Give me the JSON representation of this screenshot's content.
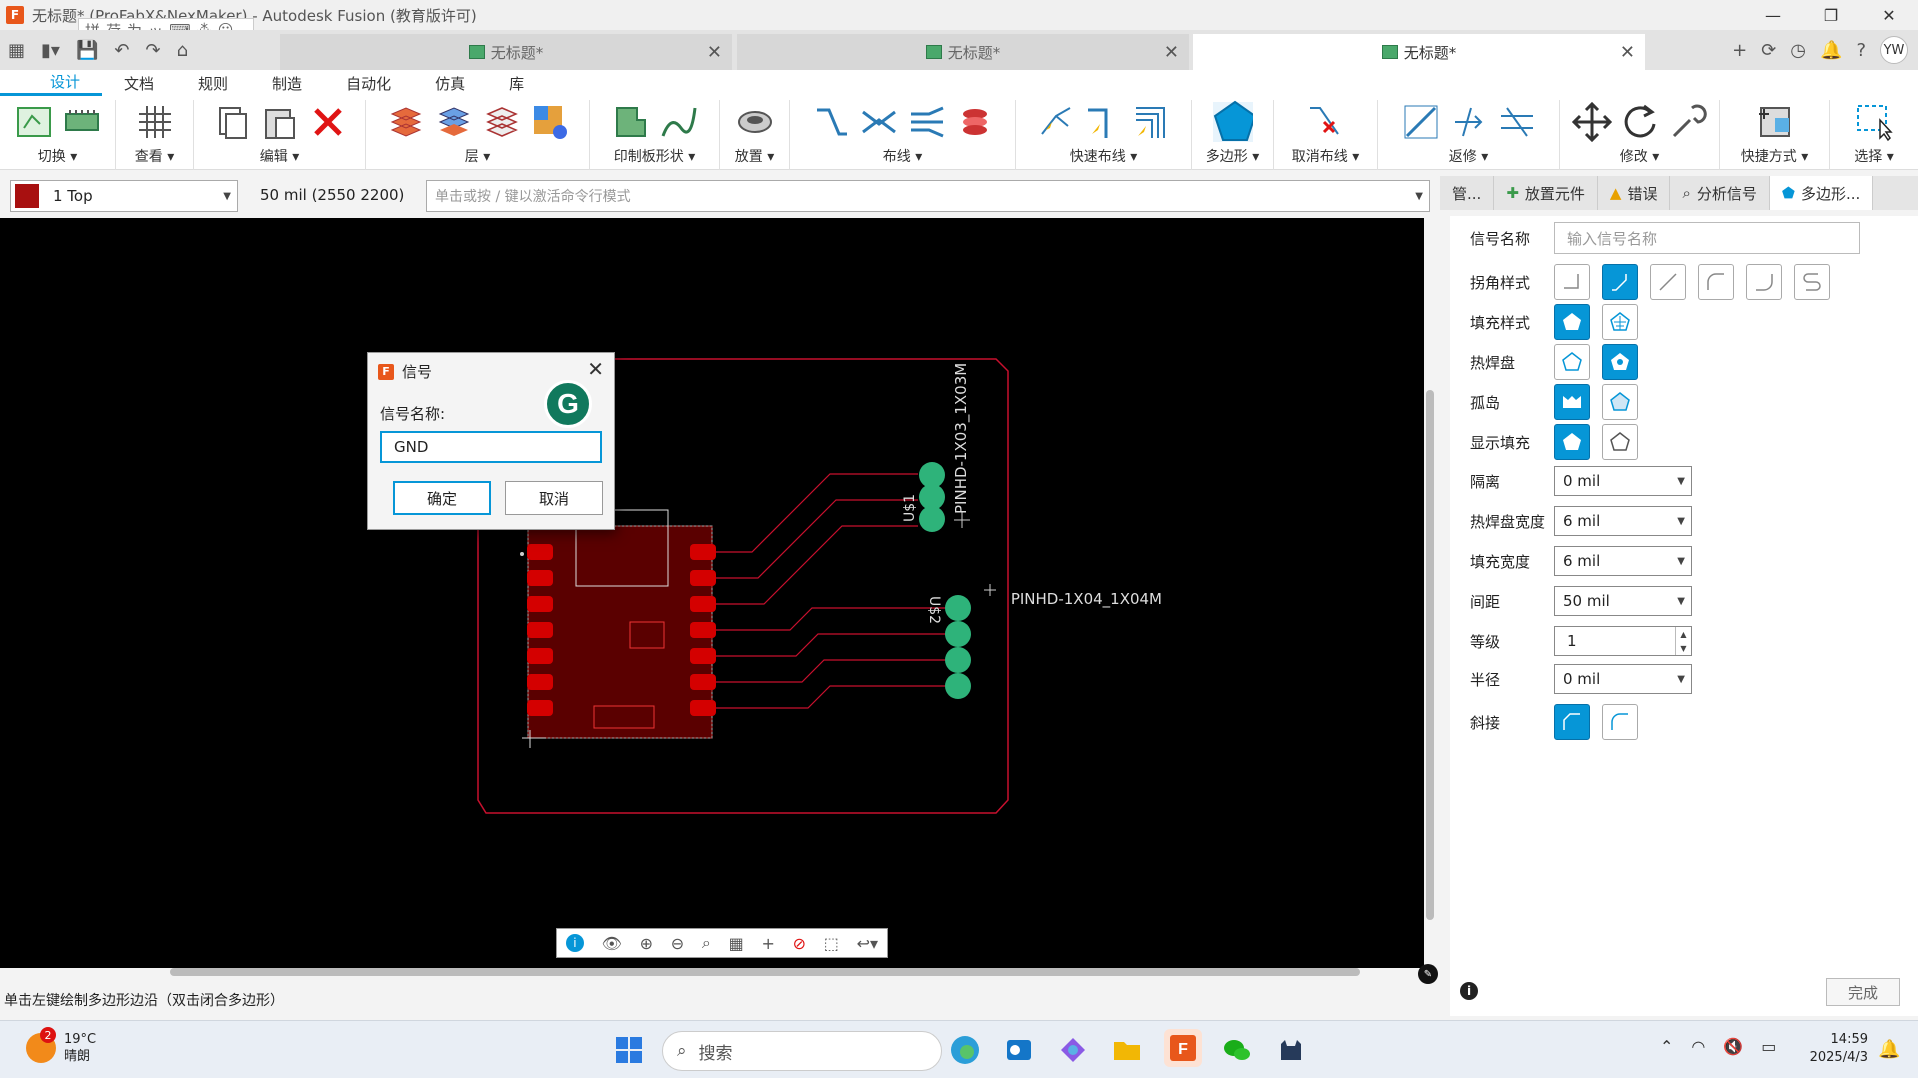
{
  "window": {
    "title": "无标题* (ProFabX&NexMaker) - Autodesk Fusion (教育版许可)",
    "app_logo": "F",
    "ime_chars": [
      "拼",
      "荷",
      "为",
      "ッ",
      "⌨",
      "⁂",
      "☺"
    ],
    "controls": {
      "minimize": "—",
      "restore": "❐",
      "close": "✕"
    }
  },
  "tabs": [
    {
      "label": "无标题*"
    },
    {
      "label": "无标题*"
    },
    {
      "label": "无标题*"
    }
  ],
  "user_initials": "YW",
  "ribbon": {
    "menu_tabs": [
      "设计",
      "文档",
      "规则",
      "制造",
      "自动化",
      "仿真",
      "库"
    ],
    "groups": [
      "切换 ▾",
      "查看 ▾",
      "编辑 ▾",
      "层 ▾",
      "印制板形状 ▾",
      "放置 ▾",
      "布线 ▾",
      "快速布线 ▾",
      "多边形 ▾",
      "取消布线 ▾",
      "返修 ▾",
      "修改 ▾",
      "快捷方式 ▾",
      "选择 ▾"
    ]
  },
  "optbar": {
    "layer": "1 Top",
    "layer_color": "#a81010",
    "grid": "50 mil (2550 2200)",
    "cmd_placeholder": "单击或按 / 键以激活命令行模式"
  },
  "board": {
    "labels": {
      "j1_part": "PINHD-1X03_1X03M",
      "j1_ref": "U$1",
      "j2_part": "PINHD-1X04_1X04M",
      "j2_ref": "U$2"
    },
    "colors": {
      "outline": "#c8102e",
      "pad": "#d40000",
      "pin": "#2eb37a"
    }
  },
  "canvas_tools": [
    "i",
    "👁",
    "⊕",
    "⊖",
    "⌕",
    "▦",
    "+",
    "⊘",
    "⬚",
    "↩▾"
  ],
  "dialog": {
    "title": "信号",
    "label": "信号名称:",
    "value": "GND",
    "ok": "确定",
    "cancel": "取消"
  },
  "panel": {
    "tabs": [
      "管...",
      "放置元件",
      "错误",
      "分析信号",
      "多边形..."
    ],
    "signal_name_label": "信号名称",
    "signal_name_placeholder": "输入信号名称",
    "bend_label": "拐角样式",
    "fill_label": "填充样式",
    "thermal_label": "热焊盘",
    "orphan_label": "孤岛",
    "show_fill_label": "显示填充",
    "isolate_label": "隔离",
    "isolate_value": "0 mil",
    "thermal_width_label": "热焊盘宽度",
    "thermal_width_value": "6 mil",
    "fill_width_label": "填充宽度",
    "fill_width_value": "6 mil",
    "spacing_label": "间距",
    "spacing_value": "50 mil",
    "rank_label": "等级",
    "rank_value": "1",
    "radius_label": "半径",
    "radius_value": "0 mil",
    "chamfer_label": "斜接",
    "done": "完成"
  },
  "status": "单击左键绘制多边形边沿（双击闭合多边形）",
  "taskbar": {
    "weather_temp": "19°C",
    "weather_desc": "晴朗",
    "weather_badge": "2",
    "search": "搜索",
    "time": "14:59",
    "date": "2025/4/3"
  }
}
